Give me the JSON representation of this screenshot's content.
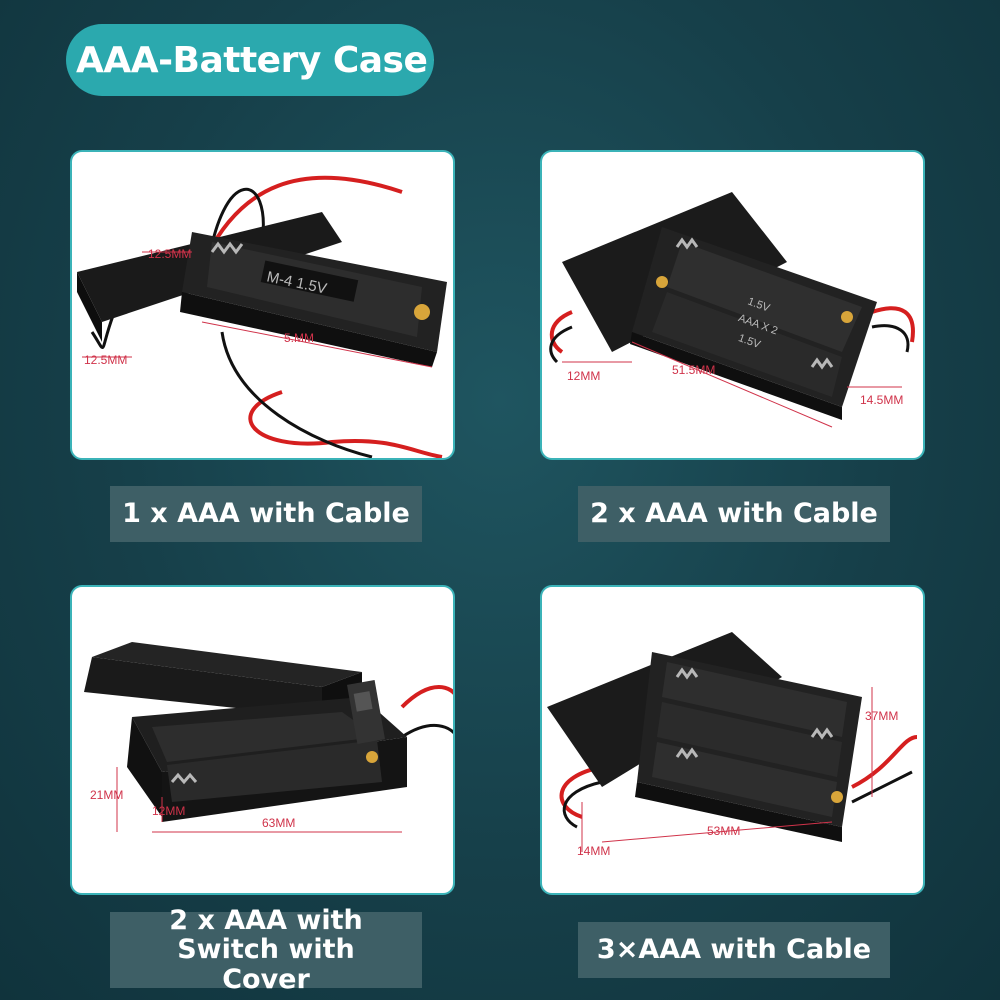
{
  "header": {
    "title": "AAA-Battery Case"
  },
  "products": [
    {
      "label": "1 x AAA with Cable",
      "dims": [
        "12.5MM",
        "12.5MM",
        "5.MM"
      ],
      "engraving": "M-4 1.5V"
    },
    {
      "label": "2 x AAA with Cable",
      "dims": [
        "12MM",
        "51.5MM",
        "14.5MM"
      ],
      "engraving": [
        "1.5V",
        "AAA X 2",
        "1.5V"
      ]
    },
    {
      "label": "2 x AAA with Switch with Cover",
      "dims": [
        "21MM",
        "12MM",
        "63MM"
      ]
    },
    {
      "label": "3×AAA with Cable",
      "dims": [
        "37MM",
        "53MM",
        "14MM"
      ]
    }
  ],
  "colors": {
    "background": "#163f49",
    "accent": "#2ba9ae",
    "label_bg": "#3e5f66",
    "dimension": "#d0334a"
  }
}
